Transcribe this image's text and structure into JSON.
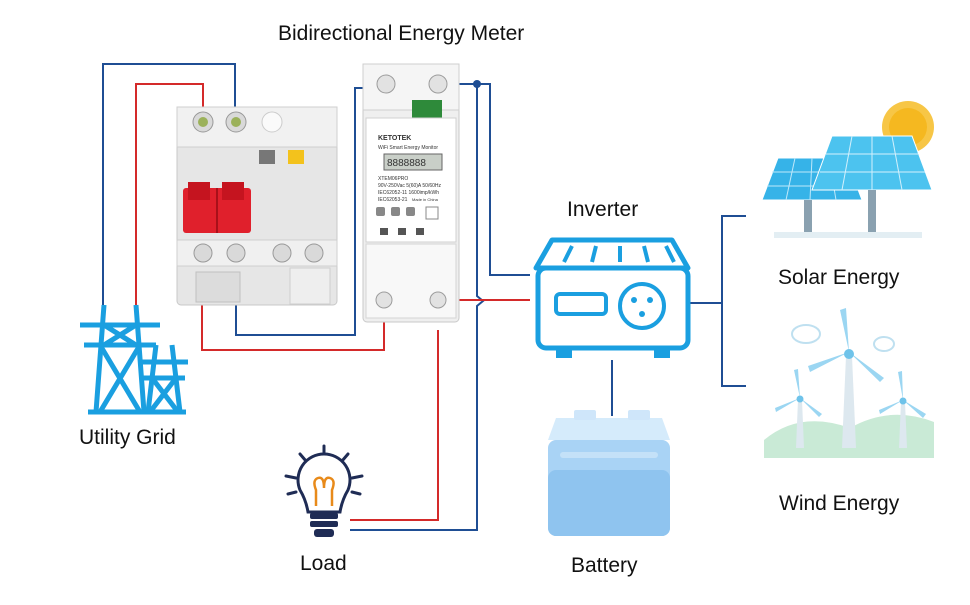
{
  "title": "Bidirectional Energy Meter",
  "labels": {
    "utility_grid": "Utility Grid",
    "load": "Load",
    "inverter": "Inverter",
    "battery": "Battery",
    "solar": "Solar Energy",
    "wind": "Wind Energy"
  },
  "meter": {
    "brand": "KETOTEK",
    "subtitle": "WiFi Smart Energy Monitor",
    "display": "8888888",
    "model": "XTEM06PRO",
    "spec1": "90V-250Vac  5(60)A  50/60Hz",
    "spec2": "IEC62052-11  1600imp/kWh",
    "spec3": "IEC62053-21",
    "made": "Made in China"
  },
  "colors": {
    "wire_blue": "#1f4e94",
    "wire_red": "#d42a2a",
    "icon_blue": "#1a9fe0",
    "breaker_red": "#e0202c",
    "sun": "#f5b820"
  }
}
